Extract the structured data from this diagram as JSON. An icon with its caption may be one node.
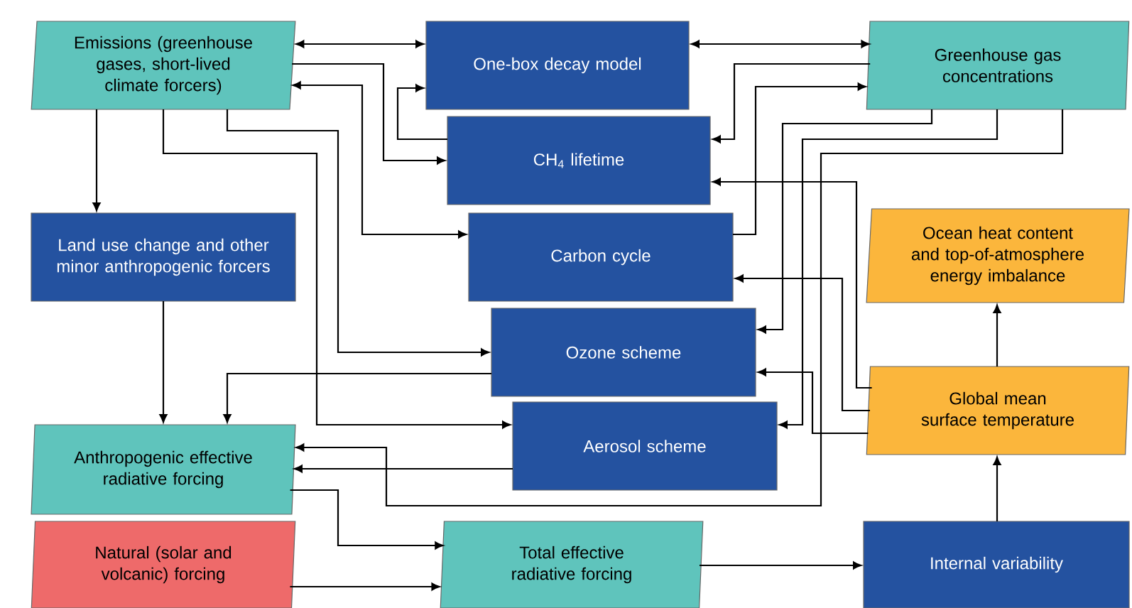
{
  "diagram": {
    "nodes": [
      {
        "text": [
          "Emissions (greenhouse gases, short-lived climate forcers)"
        ]
      },
      {
        "text": [
          "One-box decay model"
        ]
      },
      {
        "text": [
          "Greenhouse gas concentrations"
        ]
      },
      {
        "text": [
          "CH$_{4}$ lifetime"
        ]
      },
      {
        "text": [
          "Land use change and other minor anthropogenic forcers"
        ]
      },
      {
        "text": [
          "Carbon cycle"
        ]
      },
      {
        "text": [
          "Ocean heat content and top-of-atmosphere energy imbalance"
        ]
      },
      {
        "text": [
          "Ozone scheme"
        ]
      },
      {
        "text": [
          "Global mean surface temperature"
        ]
      },
      {
        "text": [
          "Anthropogenic effective radiative forcing"
        ]
      },
      {
        "text": [
          "Aerosol scheme"
        ]
      },
      {
        "text": [
          "Natural (solar and volcanic) forcing"
        ]
      },
      {
        "text": [
          "Total effective radiative forcing"
        ]
      },
      {
        "text": [
          "Internal variability"
        ]
      }
    ],
    "edges": [
      {
        "from": 0,
        "to": 1,
        "arrow": "both"
      },
      {
        "from": 0,
        "to": 3,
        "arrow": "to"
      },
      {
        "from": 0,
        "to": 5,
        "arrow": "both"
      },
      {
        "from": 3,
        "to": 1,
        "arrow": "to"
      },
      {
        "from": 0,
        "to": 4,
        "arrow": "to"
      },
      {
        "from": 0,
        "to": 10,
        "arrow": "to"
      },
      {
        "from": 0,
        "to": 7,
        "arrow": "to"
      },
      {
        "from": 4,
        "to": 9,
        "arrow": "to"
      },
      {
        "from": 7,
        "to": 9,
        "arrow": "to"
      },
      {
        "from": 10,
        "to": 9,
        "arrow": "to"
      },
      {
        "from": 2,
        "to": 9,
        "arrow": "to"
      },
      {
        "from": 1,
        "to": 2,
        "arrow": "both"
      },
      {
        "from": 2,
        "to": 3,
        "arrow": "to"
      },
      {
        "from": 5,
        "to": 2,
        "arrow": "to"
      },
      {
        "from": 2,
        "to": 7,
        "arrow": "to"
      },
      {
        "from": 2,
        "to": 10,
        "arrow": "to"
      },
      {
        "from": 8,
        "to": 3,
        "arrow": "to"
      },
      {
        "from": 8,
        "to": 5,
        "arrow": "to"
      },
      {
        "from": 8,
        "to": 7,
        "arrow": "to"
      },
      {
        "from": 8,
        "to": 6,
        "arrow": "to"
      },
      {
        "from": 13,
        "to": 8,
        "arrow": "to"
      },
      {
        "from": 9,
        "to": 12,
        "arrow": "to"
      },
      {
        "from": 11,
        "to": 12,
        "arrow": "to"
      },
      {
        "from": 12,
        "to": 13,
        "arrow": "to"
      }
    ]
  }
}
